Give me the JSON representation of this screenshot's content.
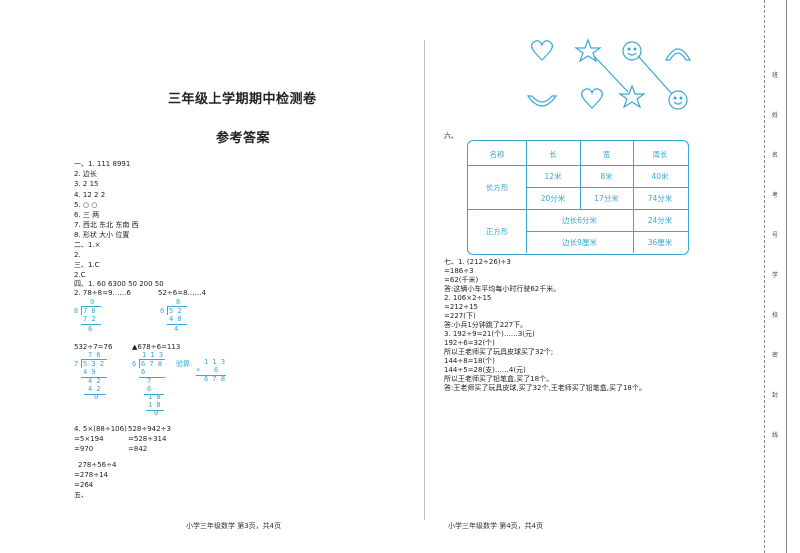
{
  "left": {
    "title": "三年级上学期期中检测卷",
    "subtitle": "参考答案",
    "lines": [
      "一、1. 111  8991",
      "2. 边长",
      "3. 2  15",
      "4. 12  2  2",
      "5. ○    ○",
      "6. 三  两",
      "7. 西北  东北  东南  西",
      "8. 形状  大小  位置",
      "二、1.×",
      "2.",
      "三、1.C",
      "2.C",
      "四、1. 60   6300   50   200   50",
      "2. 78÷8=9……6",
      "52÷6=8……4"
    ],
    "div1": {
      "q": "9",
      "dividend": "7 8",
      "divisor": "8",
      "p1": "7 2",
      "r": "6"
    },
    "div2": {
      "q": "8",
      "dividend": "5 2",
      "divisor": "6",
      "p1": "4 8",
      "r": "4"
    },
    "eq3": "532÷7=76",
    "div3": {
      "q": "7 6",
      "dividend": "5 3 2",
      "divisor": "7",
      "p1": "4 9",
      "m1": "4 2",
      "m2": "4 2",
      "r": "0"
    },
    "eq4": "▲678÷6=113",
    "div4": {
      "q": "1 1 3",
      "dividend": "6 7 8",
      "divisor": "6",
      "p1": "6",
      "m1": "7",
      "m2": "6",
      "m3": "1 8",
      "m4": "1 8",
      "r": "0"
    },
    "check_label": "验算:",
    "check": {
      "a": "1 1 3",
      "op": "×",
      "b": "6",
      "r": "6 7 8"
    },
    "calc1": [
      "4.   5×(88÷106)",
      "=5×194",
      "=970"
    ],
    "calc2": [
      "528÷942÷3",
      "=528÷314",
      "=842"
    ],
    "calc3": [
      "278÷56÷4",
      "=278÷14",
      "=264"
    ],
    "last": "五、",
    "footer": "小学三年级数学  第3页，共4页"
  },
  "right": {
    "shapes_note": "",
    "section6": "六、",
    "table": {
      "headers": [
        "名称",
        "长",
        "宽",
        "周长"
      ],
      "row_label1": "长方形",
      "row_label2": "正方形",
      "r1": [
        "12米",
        "8米",
        "40米"
      ],
      "r2": [
        "20分米",
        "17分米",
        "74分米"
      ],
      "r3": [
        "边长6分米",
        "24分米"
      ],
      "r4": [
        "边长9厘米",
        "36厘米"
      ]
    },
    "lines": [
      "七、1.  (212÷26)÷3",
      "=186÷3",
      "=62(千米)",
      "答:这辆小车平均每小时行驶62千米。",
      "2.   106×2÷15",
      "=212÷15",
      "=227(下)",
      "答:小兵1分钟跳了227下。",
      "3. 192÷9=21(个)……3(元)",
      "192÷6=32(个)",
      "所以王老师买了玩具皮球买了32个;",
      "144÷8=18(个)",
      "144÷5=28(支)……4(元)",
      "所以王老师买了铅笔盒,买了18个。",
      "答:王老师买了玩具皮球,买了32个,王老师买了铅笔盒,买了18个。"
    ],
    "footer": "小学三年级数学  第4页，共4页"
  },
  "margin_text": [
    "班",
    "姓",
    "名",
    "考",
    "号",
    "学",
    "校",
    "密",
    "封",
    "线"
  ]
}
